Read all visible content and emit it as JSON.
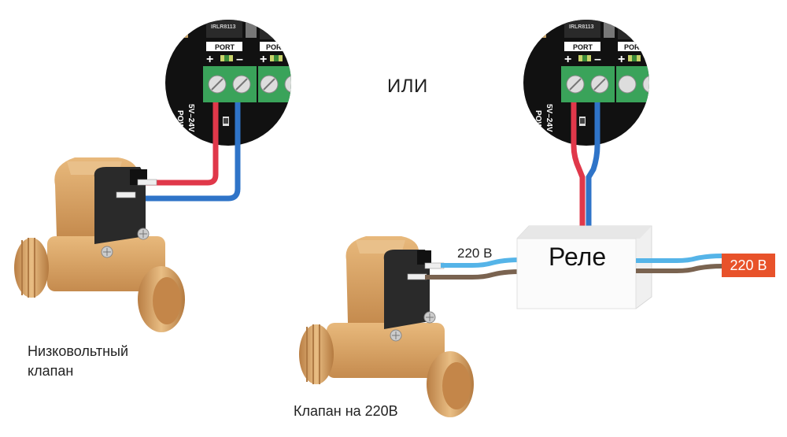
{
  "labels": {
    "or": "ИЛИ",
    "low_voltage_valve": "Низковольтный клапан",
    "valve_220": "Клапан на 220В",
    "wire_220": "220 В",
    "relay": "Реле",
    "mains_220": "220 В"
  },
  "board": {
    "port_label": "PORT",
    "chip_label": "IRLR8113",
    "power_label": "5V–24V",
    "power_label_2": "POW",
    "plus": "+",
    "minus": "–"
  },
  "colors": {
    "board": "#111111",
    "terminal": "#3aa35a",
    "wire_red": "#e0384a",
    "wire_blue": "#2f74c8",
    "wire_lightblue": "#55b4e8",
    "wire_brown": "#7a6350",
    "brass": "#d9a66b",
    "coil": "#2a2a2a",
    "badge": "#e8522a"
  }
}
